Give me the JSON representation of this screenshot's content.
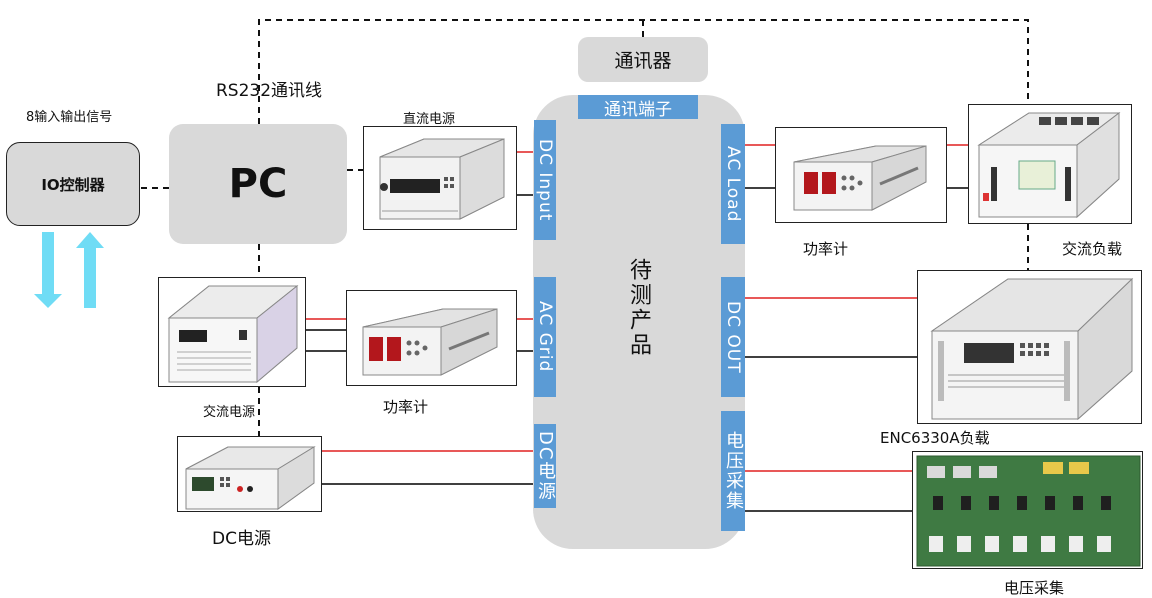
{
  "labels": {
    "rs232": "RS232通讯线",
    "io_signal": "8输入输出信号",
    "io_controller": "IO控制器",
    "pc": "PC",
    "comm_device": "通讯器",
    "comm_port": "通讯端子",
    "dc_power_top": "直流电源",
    "dut": "待测产品",
    "power_meter_right": "功率计",
    "ac_load": "交流负载",
    "power_meter_left": "功率计",
    "ac_source": "交流电源",
    "dc_source": "DC电源",
    "enc_load": "ENC6330A负载",
    "voltage_collect": "电压采集"
  },
  "ports": {
    "dc_input": "DC Input",
    "ac_grid": "AC Grid",
    "dc_power": "DC电源",
    "ac_load": "AC Load",
    "dc_out": "DC OUT",
    "voltage_collect": "电压采集"
  },
  "colors": {
    "port_blue": "#5b9bd5",
    "block_grey": "#d9d9d9",
    "live_wire": "#e02020",
    "neutral_wire": "#000000",
    "arrow_cyan": "#6fdcf5"
  }
}
